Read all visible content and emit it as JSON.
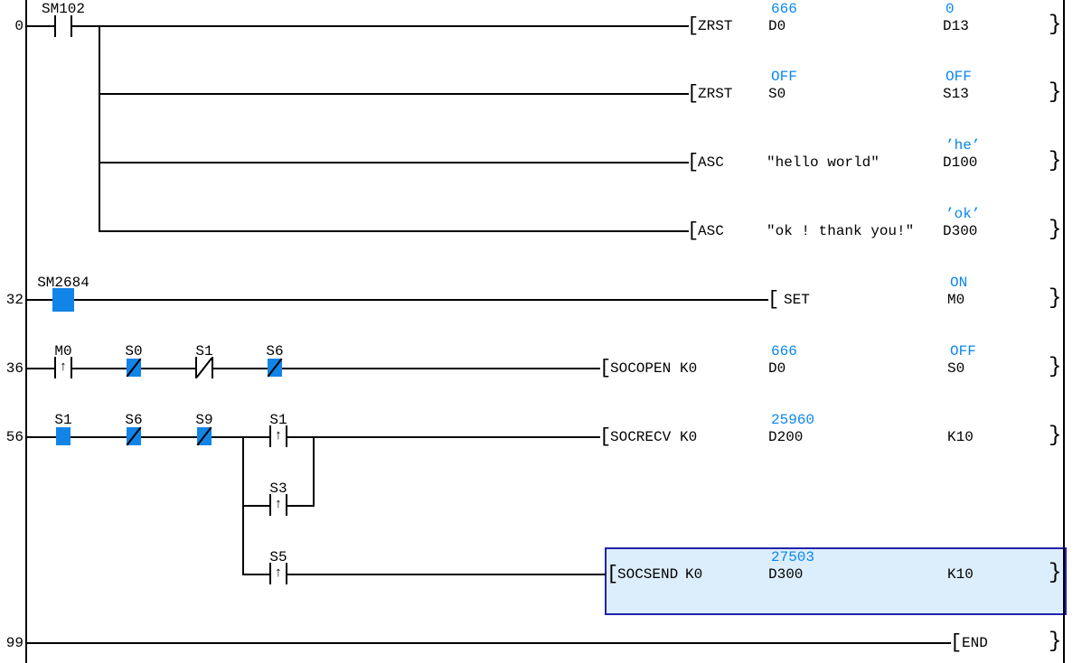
{
  "ladder": {
    "rung_numbers": [
      "0",
      "32",
      "36",
      "56",
      "99"
    ],
    "brackets": {
      "open": "[",
      "close": "}"
    },
    "glyphs": {
      "rising_edge_arrow": "↑"
    },
    "colors": {
      "monitor_text_blue": "#0a86f0",
      "energized_contact_fill": "#1184e8",
      "selection_fill": "#dceefb",
      "selection_border": "#2222ae"
    },
    "contacts": {
      "sm102": {
        "label": "SM102",
        "type": "normally-open"
      },
      "sm2684": {
        "label": "SM2684",
        "type": "normally-open-energized"
      },
      "m0": {
        "label": "M0",
        "type": "rising-edge"
      },
      "s0_r36": {
        "label": "S0",
        "type": "normally-closed-energized"
      },
      "s1_r36": {
        "label": "S1",
        "type": "normally-closed"
      },
      "s6_r36": {
        "label": "S6",
        "type": "normally-closed-energized"
      },
      "s1_r56": {
        "label": "S1",
        "type": "normally-open-energized"
      },
      "s6_r56": {
        "label": "S6",
        "type": "normally-closed-energized"
      },
      "s9_r56": {
        "label": "S9",
        "type": "normally-closed-energized"
      },
      "s1_edge": {
        "label": "S1",
        "type": "rising-edge"
      },
      "s3_edge": {
        "label": "S3",
        "type": "rising-edge"
      },
      "s5_edge": {
        "label": "S5",
        "type": "rising-edge"
      }
    },
    "instructions": {
      "zrst_d": {
        "name": "ZRST",
        "op1": "D0",
        "val1": "666",
        "op2": "D13",
        "val2": "0"
      },
      "zrst_s": {
        "name": "ZRST",
        "op1": "S0",
        "val1": "OFF",
        "op2": "S13",
        "val2": "OFF"
      },
      "asc_hello": {
        "name": "ASC",
        "op1": "″hello world″",
        "op2": "D100",
        "val2": "’he’"
      },
      "asc_ok": {
        "name": "ASC",
        "op1": "″ok ! thank you!″",
        "op2": "D300",
        "val2": "’ok’"
      },
      "set_m0": {
        "name": "SET",
        "op1": "M0",
        "val1": "ON"
      },
      "socopen": {
        "name": "SOCOPEN",
        "param": "K0",
        "op1": "D0",
        "val1": "666",
        "op2": "S0",
        "val2": "OFF"
      },
      "socrecv": {
        "name": "SOCRECV",
        "param": "K0",
        "op1": "D200",
        "val1": "25960",
        "op2": "K10"
      },
      "socsend": {
        "name": "SOCSEND",
        "param": "K0",
        "op1": "D300",
        "val1": "27503",
        "op2": "K10"
      },
      "end": {
        "name": "END"
      }
    }
  }
}
